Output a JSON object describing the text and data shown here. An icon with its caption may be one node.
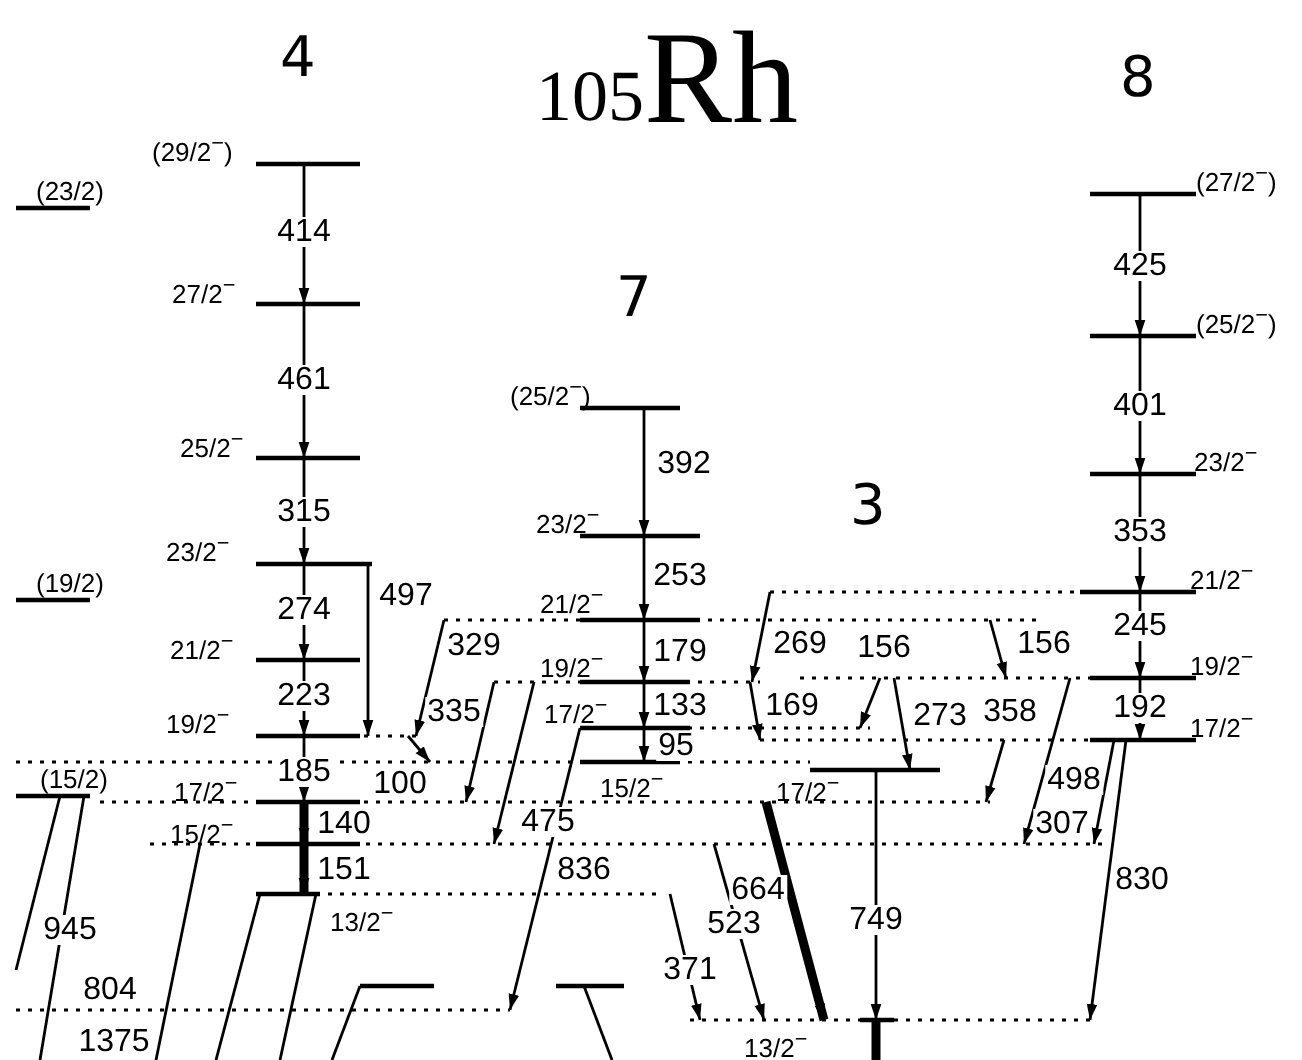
{
  "diagram": {
    "title": "$^{105}$Rh",
    "nodes": [
      {
        "text": [],
        "shape": "bar",
        "beside": [
          "(29/2$^{−}$)"
        ]
      },
      {
        "text": [],
        "shape": "bar",
        "beside": [
          "27/2$^{−}$"
        ]
      },
      {
        "text": [],
        "shape": "bar",
        "beside": [
          "25/2$^{−}$"
        ]
      },
      {
        "text": [],
        "shape": "bar",
        "beside": [
          "23/2$^{−}$"
        ]
      },
      {
        "text": [],
        "shape": "bar",
        "beside": [
          "21/2$^{−}$"
        ]
      },
      {
        "text": [],
        "shape": "bar",
        "beside": [
          "19/2$^{−}$"
        ]
      },
      {
        "text": [],
        "shape": "bar",
        "beside": [
          "17/2$^{−}$"
        ]
      },
      {
        "text": [],
        "shape": "bar",
        "beside": [
          "15/2$^{−}$"
        ]
      },
      {
        "text": [],
        "shape": "bar",
        "beside": [
          "13/2$^{−}$"
        ]
      },
      {
        "text": [],
        "shape": "bar",
        "beside": [
          "(23/2)"
        ]
      },
      {
        "text": [],
        "shape": "bar",
        "beside": [
          "(19/2)"
        ]
      },
      {
        "text": [],
        "shape": "bar",
        "beside": [
          "(15/2)"
        ]
      },
      {
        "text": [],
        "shape": "bar",
        "beside": [
          "(25/2$^{−}$)"
        ]
      },
      {
        "text": [],
        "shape": "bar",
        "beside": [
          "23/2$^{−}$"
        ]
      },
      {
        "text": [],
        "shape": "bar",
        "beside": [
          "21/2$^{−}$"
        ]
      },
      {
        "text": [],
        "shape": "bar",
        "beside": [
          "19/2$^{−}$"
        ]
      },
      {
        "text": [],
        "shape": "bar",
        "beside": [
          "17/2$^{−}$"
        ]
      },
      {
        "text": [],
        "shape": "bar",
        "beside": [
          "15/2$^{−}$"
        ]
      },
      {
        "text": [],
        "shape": "bar",
        "beside": [
          "17/2$^{−}$"
        ]
      },
      {
        "text": [],
        "shape": "bar",
        "beside": [
          "(27/2$^{−}$)"
        ]
      },
      {
        "text": [],
        "shape": "bar",
        "beside": [
          "(25/2$^{−}$)"
        ]
      },
      {
        "text": [],
        "shape": "bar",
        "beside": [
          "23/2$^{−}$"
        ]
      },
      {
        "text": [],
        "shape": "bar",
        "beside": [
          "21/2$^{−}$"
        ]
      },
      {
        "text": [],
        "shape": "bar",
        "beside": [
          "19/2$^{−}$"
        ]
      },
      {
        "text": [],
        "shape": "bar",
        "beside": [
          "17/2$^{−}$"
        ]
      },
      {
        "text": [],
        "shape": "bar",
        "beside": [
          "13/2$^{−}$"
        ]
      },
      {
        "text": [],
        "shape": "bar"
      },
      {
        "text": [],
        "shape": "bar"
      },
      {
        "text": [],
        "shape": "bar"
      }
    ],
    "edges": [
      {
        "from": 0,
        "to": 1,
        "arrow": "to",
        "label": "414"
      },
      {
        "from": 1,
        "to": 2,
        "arrow": "to",
        "label": "461"
      },
      {
        "from": 2,
        "to": 3,
        "arrow": "to",
        "label": "315"
      },
      {
        "from": 3,
        "to": 4,
        "arrow": "to",
        "label": "274"
      },
      {
        "from": 4,
        "to": 5,
        "arrow": "to",
        "label": "223"
      },
      {
        "from": 5,
        "to": 6,
        "arrow": "to",
        "label": "185"
      },
      {
        "from": 6,
        "to": 7,
        "arrow": "to",
        "label": "140",
        "style": "thick"
      },
      {
        "from": 7,
        "to": 8,
        "arrow": "to",
        "label": "151",
        "style": "thick"
      },
      {
        "from": 3,
        "to": 5,
        "arrow": "to",
        "label": "497"
      },
      {
        "from": 12,
        "to": 13,
        "arrow": "to",
        "label": "392"
      },
      {
        "from": 13,
        "to": 14,
        "arrow": "to",
        "label": "253"
      },
      {
        "from": 14,
        "to": 15,
        "arrow": "to",
        "label": "179"
      },
      {
        "from": 15,
        "to": 16,
        "arrow": "to",
        "label": "133"
      },
      {
        "from": 16,
        "to": 17,
        "arrow": "to",
        "label": "95"
      },
      {
        "from": 19,
        "to": 20,
        "arrow": "to",
        "label": "425"
      },
      {
        "from": 20,
        "to": 21,
        "arrow": "to",
        "label": "401"
      },
      {
        "from": 21,
        "to": 22,
        "arrow": "to",
        "label": "353"
      },
      {
        "from": 22,
        "to": 23,
        "arrow": "to",
        "label": "245"
      },
      {
        "from": 23,
        "to": 24,
        "arrow": "to",
        "label": "192"
      },
      {
        "from": 14,
        "to": 5,
        "arrow": "to",
        "label": "329"
      },
      {
        "from": 5,
        "to": 17,
        "arrow": "to",
        "label": "100"
      },
      {
        "from": 15,
        "to": 6,
        "arrow": "to",
        "label": "335"
      },
      {
        "from": 15,
        "to": 7,
        "arrow": "to",
        "label": "475"
      },
      {
        "from": 16,
        "to": 26,
        "arrow": "to",
        "label": "836"
      },
      {
        "from": 22,
        "to": 15,
        "arrow": "to",
        "label": "269"
      },
      {
        "from": 14,
        "to": 23,
        "arrow": "to",
        "label": "156"
      },
      {
        "from": 23,
        "to": 16,
        "arrow": "to",
        "label": "156"
      },
      {
        "from": 15,
        "to": 24,
        "arrow": "to",
        "label": "169"
      },
      {
        "from": 23,
        "to": 18,
        "arrow": "to",
        "label": "273"
      },
      {
        "from": 24,
        "to": 6,
        "arrow": "to",
        "label": "358"
      },
      {
        "from": 23,
        "to": 7,
        "arrow": "to",
        "label": "498"
      },
      {
        "from": 24,
        "to": 7,
        "arrow": "to",
        "label": "307"
      },
      {
        "from": 24,
        "to": 25,
        "arrow": "to",
        "label": "830"
      },
      {
        "from": 6,
        "to": 25,
        "arrow": "to",
        "label": "664",
        "style": "thick"
      },
      {
        "from": 18,
        "to": 25,
        "arrow": "to",
        "label": "749"
      },
      {
        "from": 7,
        "to": 25,
        "arrow": "to",
        "label": "523"
      },
      {
        "from": 8,
        "to": 25,
        "arrow": "to",
        "label": "371"
      },
      {
        "from": 11,
        "to": null,
        "arrow": "none",
        "label": "945"
      },
      {
        "from": 11,
        "to": null,
        "arrow": "none",
        "label": "804"
      },
      {
        "from": 7,
        "to": null,
        "arrow": "none",
        "label": "1375"
      },
      {
        "from": 8,
        "to": null,
        "arrow": "none"
      },
      {
        "from": 8,
        "to": null,
        "arrow": "none"
      },
      {
        "from": 27,
        "to": null,
        "arrow": "none"
      },
      {
        "from": 28,
        "to": null,
        "arrow": "none"
      },
      {
        "from": 25,
        "to": null,
        "arrow": "none",
        "style": "thick"
      }
    ],
    "labels": [
      "4",
      "8",
      "7",
      "3"
    ]
  }
}
